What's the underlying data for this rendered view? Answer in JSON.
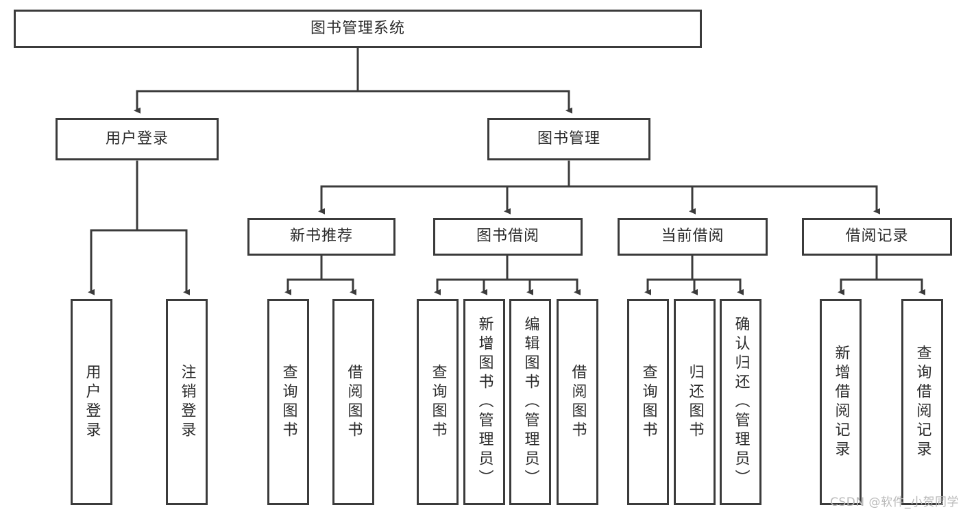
{
  "diagram": {
    "type": "tree",
    "orientation": "top-down",
    "root": {
      "id": "root",
      "label": "图书管理系统"
    },
    "level1": [
      {
        "id": "user-login",
        "label": "用户登录"
      },
      {
        "id": "book-manage",
        "label": "图书管理"
      }
    ],
    "level2": [
      {
        "id": "new-book-rec",
        "label": "新书推荐",
        "parent": "book-manage"
      },
      {
        "id": "book-borrow",
        "label": "图书借阅",
        "parent": "book-manage"
      },
      {
        "id": "current-borrow",
        "label": "当前借阅",
        "parent": "book-manage"
      },
      {
        "id": "borrow-record",
        "label": "借阅记录",
        "parent": "book-manage"
      }
    ],
    "leaves": {
      "user_login": [
        {
          "id": "leaf-user-login",
          "label": "用户登录"
        },
        {
          "id": "leaf-user-logout",
          "label": "注销登录"
        }
      ],
      "new_book_rec": [
        {
          "id": "leaf-query-book-1",
          "label": "查询图书"
        },
        {
          "id": "leaf-borrow-book-1",
          "label": "借阅图书"
        }
      ],
      "book_borrow": [
        {
          "id": "leaf-query-book-2",
          "label": "查询图书"
        },
        {
          "id": "leaf-add-book",
          "label": "新增图书（管理员）"
        },
        {
          "id": "leaf-edit-book",
          "label": "编辑图书（管理员）"
        },
        {
          "id": "leaf-borrow-book-2",
          "label": "借阅图书"
        }
      ],
      "current_borrow": [
        {
          "id": "leaf-query-book-3",
          "label": "查询图书"
        },
        {
          "id": "leaf-return-book",
          "label": "归还图书"
        },
        {
          "id": "leaf-confirm-return",
          "label": "确认归还（管理员）"
        }
      ],
      "borrow_record": [
        {
          "id": "leaf-add-record",
          "label": "新增借阅记录"
        },
        {
          "id": "leaf-query-record",
          "label": "查询借阅记录"
        }
      ]
    }
  },
  "watermark": {
    "text": "CSDN @软件_小贺同学"
  },
  "colors": {
    "line": "#3b3b3b",
    "box_border": "#3b3b3b",
    "box_fill": "#ffffff",
    "text": "#2b2b2b",
    "watermark": "#b9b9b9",
    "background": "#ffffff"
  }
}
